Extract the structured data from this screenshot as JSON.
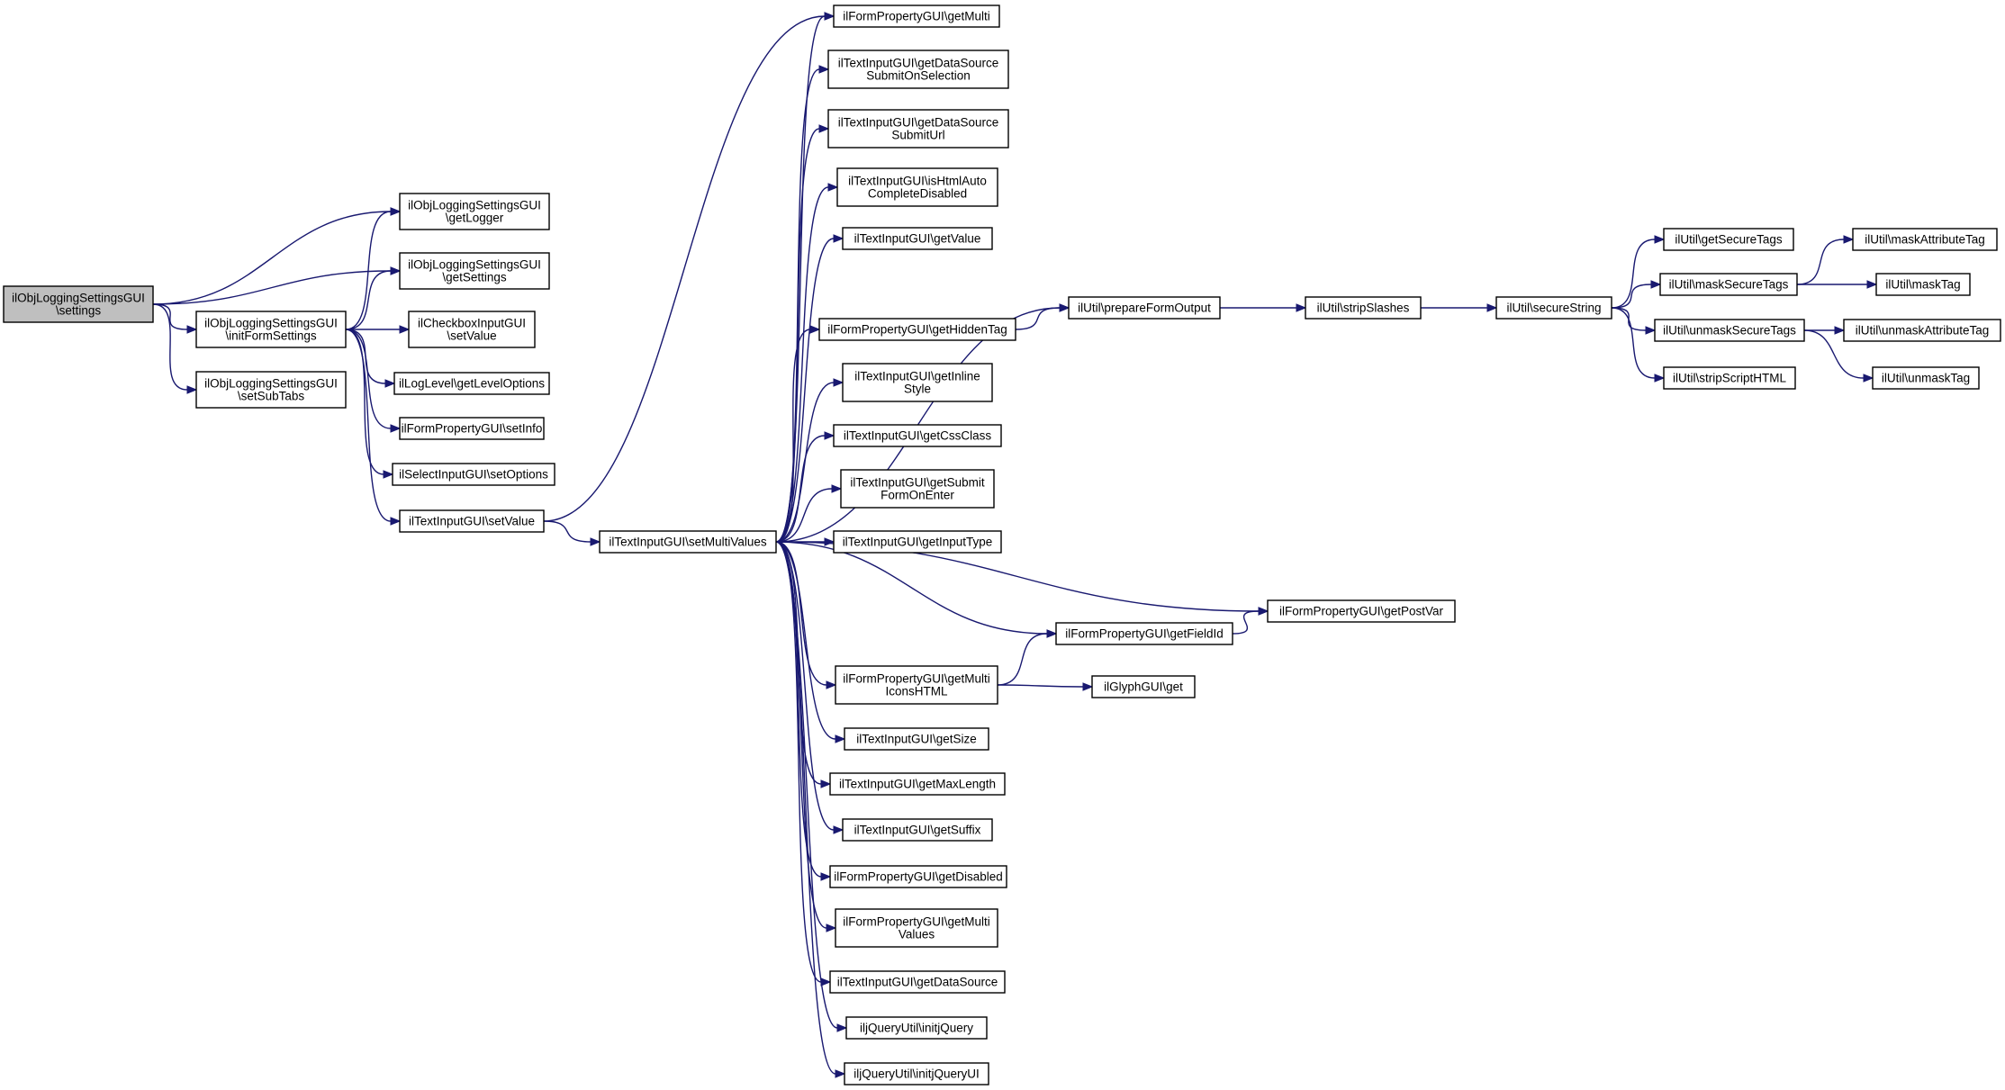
{
  "nodes": [
    {
      "id": "root",
      "lines": [
        "ilObjLoggingSettingsGUI",
        "\\settings"
      ],
      "root": true
    },
    {
      "id": "getLogger",
      "lines": [
        "ilObjLoggingSettingsGUI",
        "\\getLogger"
      ]
    },
    {
      "id": "getSettings",
      "lines": [
        "ilObjLoggingSettingsGUI",
        "\\getSettings"
      ]
    },
    {
      "id": "initForm",
      "lines": [
        "ilObjLoggingSettingsGUI",
        "\\initFormSettings"
      ]
    },
    {
      "id": "setSubTabs",
      "lines": [
        "ilObjLoggingSettingsGUI",
        "\\setSubTabs"
      ]
    },
    {
      "id": "cbSetValue",
      "lines": [
        "ilCheckboxInputGUI",
        "\\setValue"
      ]
    },
    {
      "id": "logLevel",
      "lines": [
        "ilLogLevel\\getLevelOptions"
      ]
    },
    {
      "id": "setInfo",
      "lines": [
        "ilFormPropertyGUI\\setInfo"
      ]
    },
    {
      "id": "setOptions",
      "lines": [
        "ilSelectInputGUI\\setOptions"
      ]
    },
    {
      "id": "tiSetValue",
      "lines": [
        "ilTextInputGUI\\setValue"
      ]
    },
    {
      "id": "setMulti",
      "lines": [
        "ilTextInputGUI\\setMultiValues"
      ]
    },
    {
      "id": "getMulti",
      "lines": [
        "ilFormPropertyGUI\\getMulti"
      ]
    },
    {
      "id": "dsSubmitSel",
      "lines": [
        "ilTextInputGUI\\getDataSource",
        "SubmitOnSelection"
      ]
    },
    {
      "id": "dsSubmitUrl",
      "lines": [
        "ilTextInputGUI\\getDataSource",
        "SubmitUrl"
      ]
    },
    {
      "id": "htmlAuto",
      "lines": [
        "ilTextInputGUI\\isHtmlAuto",
        "CompleteDisabled"
      ]
    },
    {
      "id": "getValue",
      "lines": [
        "ilTextInputGUI\\getValue"
      ]
    },
    {
      "id": "hiddenTag",
      "lines": [
        "ilFormPropertyGUI\\getHiddenTag"
      ]
    },
    {
      "id": "inlineStyle",
      "lines": [
        "ilTextInputGUI\\getInline",
        "Style"
      ]
    },
    {
      "id": "cssClass",
      "lines": [
        "ilTextInputGUI\\getCssClass"
      ]
    },
    {
      "id": "submitEnter",
      "lines": [
        "ilTextInputGUI\\getSubmit",
        "FormOnEnter"
      ]
    },
    {
      "id": "inputType",
      "lines": [
        "ilTextInputGUI\\getInputType"
      ]
    },
    {
      "id": "fieldId",
      "lines": [
        "ilFormPropertyGUI\\getFieldId"
      ]
    },
    {
      "id": "multiIcons",
      "lines": [
        "ilFormPropertyGUI\\getMulti",
        "IconsHTML"
      ]
    },
    {
      "id": "getSize",
      "lines": [
        "ilTextInputGUI\\getSize"
      ]
    },
    {
      "id": "maxLength",
      "lines": [
        "ilTextInputGUI\\getMaxLength"
      ]
    },
    {
      "id": "suffix",
      "lines": [
        "ilTextInputGUI\\getSuffix"
      ]
    },
    {
      "id": "disabled",
      "lines": [
        "ilFormPropertyGUI\\getDisabled"
      ]
    },
    {
      "id": "multiValues",
      "lines": [
        "ilFormPropertyGUI\\getMulti",
        "Values"
      ]
    },
    {
      "id": "dataSource",
      "lines": [
        "ilTextInputGUI\\getDataSource"
      ]
    },
    {
      "id": "jq",
      "lines": [
        "iljQueryUtil\\initjQuery"
      ]
    },
    {
      "id": "jqui",
      "lines": [
        "iljQueryUtil\\initjQueryUI"
      ]
    },
    {
      "id": "prepForm",
      "lines": [
        "ilUtil\\prepareFormOutput"
      ]
    },
    {
      "id": "postVar",
      "lines": [
        "ilFormPropertyGUI\\getPostVar"
      ]
    },
    {
      "id": "glyph",
      "lines": [
        "ilGlyphGUI\\get"
      ]
    },
    {
      "id": "strip",
      "lines": [
        "ilUtil\\stripSlashes"
      ]
    },
    {
      "id": "secure",
      "lines": [
        "ilUtil\\secureString"
      ]
    },
    {
      "id": "getSecTags",
      "lines": [
        "ilUtil\\getSecureTags"
      ]
    },
    {
      "id": "maskSec",
      "lines": [
        "ilUtil\\maskSecureTags"
      ]
    },
    {
      "id": "unmaskSec",
      "lines": [
        "ilUtil\\unmaskSecureTags"
      ]
    },
    {
      "id": "stripScript",
      "lines": [
        "ilUtil\\stripScriptHTML"
      ]
    },
    {
      "id": "maskAttr",
      "lines": [
        "ilUtil\\maskAttributeTag"
      ]
    },
    {
      "id": "maskTag",
      "lines": [
        "ilUtil\\maskTag"
      ]
    },
    {
      "id": "unmaskAttr",
      "lines": [
        "ilUtil\\unmaskAttributeTag"
      ]
    },
    {
      "id": "unmaskTag",
      "lines": [
        "ilUtil\\unmaskTag"
      ]
    }
  ],
  "edges": [
    [
      "root",
      "getLogger"
    ],
    [
      "root",
      "getSettings"
    ],
    [
      "root",
      "initForm"
    ],
    [
      "root",
      "setSubTabs"
    ],
    [
      "initForm",
      "getLogger"
    ],
    [
      "initForm",
      "getSettings"
    ],
    [
      "initForm",
      "cbSetValue"
    ],
    [
      "initForm",
      "logLevel"
    ],
    [
      "initForm",
      "setInfo"
    ],
    [
      "initForm",
      "setOptions"
    ],
    [
      "initForm",
      "tiSetValue"
    ],
    [
      "tiSetValue",
      "getMulti"
    ],
    [
      "tiSetValue",
      "setMulti"
    ],
    [
      "setMulti",
      "getMulti"
    ],
    [
      "setMulti",
      "dsSubmitSel"
    ],
    [
      "setMulti",
      "dsSubmitUrl"
    ],
    [
      "setMulti",
      "htmlAuto"
    ],
    [
      "setMulti",
      "getValue"
    ],
    [
      "setMulti",
      "prepForm"
    ],
    [
      "setMulti",
      "hiddenTag"
    ],
    [
      "setMulti",
      "inlineStyle"
    ],
    [
      "setMulti",
      "cssClass"
    ],
    [
      "setMulti",
      "submitEnter"
    ],
    [
      "setMulti",
      "inputType"
    ],
    [
      "setMulti",
      "postVar"
    ],
    [
      "setMulti",
      "fieldId"
    ],
    [
      "setMulti",
      "multiIcons"
    ],
    [
      "setMulti",
      "getSize"
    ],
    [
      "setMulti",
      "maxLength"
    ],
    [
      "setMulti",
      "suffix"
    ],
    [
      "setMulti",
      "disabled"
    ],
    [
      "setMulti",
      "multiValues"
    ],
    [
      "setMulti",
      "dataSource"
    ],
    [
      "setMulti",
      "jq"
    ],
    [
      "setMulti",
      "jqui"
    ],
    [
      "hiddenTag",
      "prepForm"
    ],
    [
      "prepForm",
      "strip"
    ],
    [
      "strip",
      "secure"
    ],
    [
      "secure",
      "getSecTags"
    ],
    [
      "secure",
      "maskSec"
    ],
    [
      "secure",
      "unmaskSec"
    ],
    [
      "secure",
      "stripScript"
    ],
    [
      "maskSec",
      "maskAttr"
    ],
    [
      "maskSec",
      "maskTag"
    ],
    [
      "unmaskSec",
      "unmaskAttr"
    ],
    [
      "unmaskSec",
      "unmaskTag"
    ],
    [
      "fieldId",
      "postVar"
    ],
    [
      "multiIcons",
      "fieldId"
    ],
    [
      "multiIcons",
      "glyph"
    ]
  ]
}
